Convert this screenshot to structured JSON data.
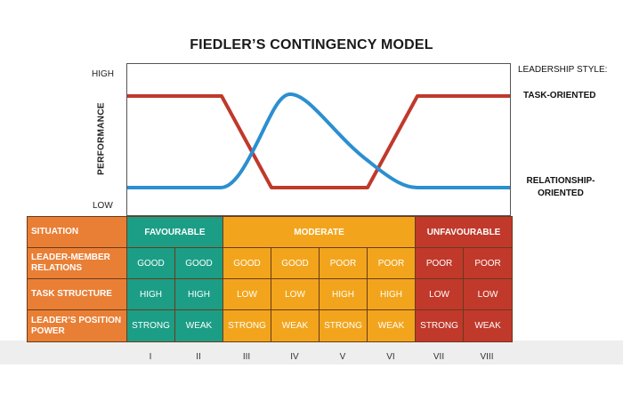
{
  "title": "FIEDLER’S CONTINGENCY MODEL",
  "axis": {
    "y_label": "PERFORMANCE",
    "high": "HIGH",
    "low": "LOW"
  },
  "legend": {
    "heading": "LEADERSHIP STYLE:",
    "task": "TASK-ORIENTED",
    "relationship_line1": "RELATIONSHIP-",
    "relationship_line2": "ORIENTED"
  },
  "colors": {
    "task_line": "#c0392b",
    "relationship_line": "#2b8fd0",
    "favourable": "#1c9e86",
    "moderate": "#f2a51c",
    "unfavourable": "#c0392b",
    "row_header": "#e97f35"
  },
  "table": {
    "row_headers": {
      "situation": "SITUATION",
      "lmr": "LEADER-MEMBER RELATIONS",
      "task": "TASK STRUCTURE",
      "power": "LEADER’S POSITION POWER"
    },
    "groups": {
      "favourable": "FAVOURABLE",
      "moderate": "MODERATE",
      "unfavourable": "UNFAVOURABLE"
    },
    "lmr": [
      "GOOD",
      "GOOD",
      "GOOD",
      "GOOD",
      "POOR",
      "POOR",
      "POOR",
      "POOR"
    ],
    "task": [
      "HIGH",
      "HIGH",
      "LOW",
      "LOW",
      "HIGH",
      "HIGH",
      "LOW",
      "LOW"
    ],
    "power": [
      "STRONG",
      "WEAK",
      "STRONG",
      "WEAK",
      "STRONG",
      "WEAK",
      "STRONG",
      "WEAK"
    ]
  },
  "numerals": [
    "I",
    "II",
    "III",
    "IV",
    "V",
    "VI",
    "VII",
    "VIII"
  ]
}
